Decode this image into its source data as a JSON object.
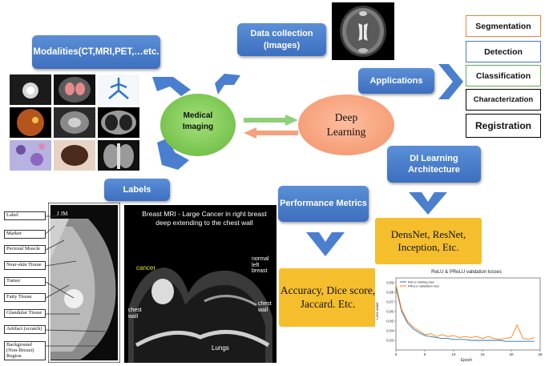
{
  "modalities_label": "Modalities(CT,MRI,PET,…etc.",
  "data_collection_label": "Data collection (Images)",
  "applications_label": "Applications",
  "labels_label": "Labels",
  "medical_imaging_label": "Medical Imaging",
  "deep_learning_label": "Deep Learning",
  "dl_architecture_label": "Dl Learning Architecture",
  "performance_metrics_label": "Performance Metrics",
  "architectures_text": "DensNet, ResNet, Inception, Etc.",
  "metrics_text": "Accuracy, Dice score, Jaccard. Etc.",
  "applications_list": [
    "Segmentation",
    "Detection",
    "Classification",
    "Characterization",
    "Registration"
  ],
  "applications_colors": [
    "#e8843a",
    "#4a78c0",
    "#6aa84f",
    "#000000",
    "#000000"
  ],
  "mammogram_labels": [
    "Label",
    "Marker",
    "Pectoral Muscle",
    "Near-skin Tissue",
    "Tumor",
    "Fatty Tissue",
    "Glandular Tissue",
    "Artifact (scratch)",
    "Background (Non-Breast) Region"
  ],
  "mammogram_marker_text": "J JM",
  "breast_mri": {
    "title": "Breast MRI - Large Cancer in right breast deep extending to the chest wall",
    "annotations": [
      "cancer",
      "normal left breast",
      "chest wall",
      "chest wall",
      "Lungs"
    ]
  },
  "chart_data": {
    "type": "line",
    "title": "ReLU & PReLU validation losses",
    "xlabel": "Epoch",
    "ylabel": "Loss value",
    "xlim": [
      0,
      25
    ],
    "ylim": [
      0.02,
      0.095
    ],
    "xticks": [
      0,
      5,
      10,
      15,
      20,
      25
    ],
    "yticks": [
      0.03,
      0.04,
      0.05,
      0.06,
      0.07,
      0.08,
      0.09
    ],
    "legend_position": "top-left",
    "series": [
      {
        "name": "ReLU training loss",
        "color": "#1f77b4",
        "x": [
          0,
          1,
          2,
          3,
          4,
          5,
          6,
          7,
          8,
          9,
          10,
          11,
          12,
          13,
          14,
          15,
          16,
          17,
          18,
          19,
          20,
          21,
          22,
          23,
          24
        ],
        "y": [
          0.085,
          0.06,
          0.048,
          0.042,
          0.038,
          0.035,
          0.034,
          0.033,
          0.032,
          0.032,
          0.031,
          0.031,
          0.031,
          0.03,
          0.03,
          0.03,
          0.03,
          0.03,
          0.03,
          0.029,
          0.029,
          0.029,
          0.029,
          0.029,
          0.029
        ]
      },
      {
        "name": "PReLU validation loss",
        "color": "#ff7f0e",
        "x": [
          0,
          1,
          2,
          3,
          4,
          5,
          6,
          7,
          8,
          9,
          10,
          11,
          12,
          13,
          14,
          15,
          16,
          17,
          18,
          19,
          20,
          21,
          22,
          23,
          24
        ],
        "y": [
          0.088,
          0.062,
          0.05,
          0.044,
          0.04,
          0.036,
          0.037,
          0.034,
          0.036,
          0.034,
          0.035,
          0.033,
          0.034,
          0.033,
          0.034,
          0.032,
          0.034,
          0.032,
          0.031,
          0.032,
          0.033,
          0.046,
          0.032,
          0.031,
          0.033
        ]
      }
    ]
  }
}
